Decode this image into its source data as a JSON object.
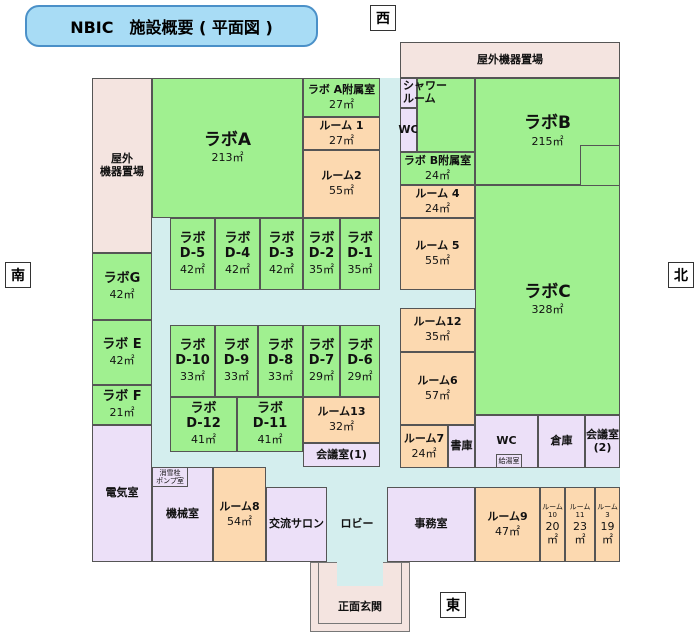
{
  "title": "NBIC　施設概要 ( 平面図 )",
  "directions": {
    "west": "西",
    "south": "南",
    "north": "北",
    "east": "東"
  },
  "colors": {
    "lab": "#a0f090",
    "room": "#fcd9b0",
    "facility": "#ece0f8",
    "corridor": "#d4eeee",
    "outdoor": "#f4e4e0"
  },
  "rooms": [
    {
      "id": "outdoor-top",
      "name": "屋外機器置場",
      "area": "",
      "type": "outdoor"
    },
    {
      "id": "outdoor-left",
      "name": "屋外\n機器置場",
      "area": "",
      "type": "outdoor"
    },
    {
      "id": "lab-a",
      "name": "ラボA",
      "area": "213㎡",
      "type": "lab"
    },
    {
      "id": "lab-a-annex",
      "name": "ラボ A附属室",
      "area": "27㎡",
      "type": "lab"
    },
    {
      "id": "room-1",
      "name": "ルーム 1",
      "area": "27㎡",
      "type": "room"
    },
    {
      "id": "room-2",
      "name": "ルーム2",
      "area": "55㎡",
      "type": "room"
    },
    {
      "id": "shower",
      "name": "シャワー\nルーム",
      "area": "",
      "type": "facility"
    },
    {
      "id": "wc-1",
      "name": "WC",
      "area": "",
      "type": "facility"
    },
    {
      "id": "lab-b-extra",
      "name": "",
      "area": "",
      "type": "lab"
    },
    {
      "id": "lab-b",
      "name": "ラボB",
      "area": "215㎡",
      "type": "lab"
    },
    {
      "id": "lab-b-side1",
      "name": "",
      "area": "",
      "type": "lab"
    },
    {
      "id": "lab-b-side2",
      "name": "",
      "area": "",
      "type": "lab"
    },
    {
      "id": "lab-b-annex",
      "name": "ラボ B附属室",
      "area": "24㎡",
      "type": "lab"
    },
    {
      "id": "room-4",
      "name": "ルーム 4",
      "area": "24㎡",
      "type": "room"
    },
    {
      "id": "room-5",
      "name": "ルーム 5",
      "area": "55㎡",
      "type": "room"
    },
    {
      "id": "lab-c",
      "name": "ラボC",
      "area": "328㎡",
      "type": "lab"
    },
    {
      "id": "lab-d5",
      "name": "ラボ\nD-5",
      "area": "42㎡",
      "type": "lab"
    },
    {
      "id": "lab-d4",
      "name": "ラボ\nD-4",
      "area": "42㎡",
      "type": "lab"
    },
    {
      "id": "lab-d3",
      "name": "ラボ\nD-3",
      "area": "42㎡",
      "type": "lab"
    },
    {
      "id": "lab-d2",
      "name": "ラボ\nD-2",
      "area": "35㎡",
      "type": "lab"
    },
    {
      "id": "lab-d1",
      "name": "ラボ\nD-1",
      "area": "35㎡",
      "type": "lab"
    },
    {
      "id": "lab-d10",
      "name": "ラボ\nD-10",
      "area": "33㎡",
      "type": "lab"
    },
    {
      "id": "lab-d9",
      "name": "ラボ\nD-9",
      "area": "33㎡",
      "type": "lab"
    },
    {
      "id": "lab-d8",
      "name": "ラボ\nD-8",
      "area": "33㎡",
      "type": "lab"
    },
    {
      "id": "lab-d7",
      "name": "ラボ\nD-7",
      "area": "29㎡",
      "type": "lab"
    },
    {
      "id": "lab-d6",
      "name": "ラボ\nD-6",
      "area": "29㎡",
      "type": "lab"
    },
    {
      "id": "lab-d12",
      "name": "ラボ\nD-12",
      "area": "41㎡",
      "type": "lab"
    },
    {
      "id": "lab-d11",
      "name": "ラボ\nD-11",
      "area": "41㎡",
      "type": "lab"
    },
    {
      "id": "lab-g",
      "name": "ラボG",
      "area": "42㎡",
      "type": "lab"
    },
    {
      "id": "lab-e",
      "name": "ラボ E",
      "area": "42㎡",
      "type": "lab"
    },
    {
      "id": "lab-f",
      "name": "ラボ F",
      "area": "21㎡",
      "type": "lab"
    },
    {
      "id": "electric",
      "name": "電気室",
      "area": "",
      "type": "facility"
    },
    {
      "id": "room-12",
      "name": "ルーム12",
      "area": "35㎡",
      "type": "room"
    },
    {
      "id": "room-6",
      "name": "ルーム6",
      "area": "57㎡",
      "type": "room"
    },
    {
      "id": "room-7",
      "name": "ルーム7",
      "area": "24㎡",
      "type": "room"
    },
    {
      "id": "library",
      "name": "書庫",
      "area": "",
      "type": "facility"
    },
    {
      "id": "wc-2",
      "name": "WC",
      "area": "",
      "type": "facility"
    },
    {
      "id": "kitchenette",
      "name": "給湯室",
      "area": "",
      "type": "facility"
    },
    {
      "id": "storage",
      "name": "倉庫",
      "area": "",
      "type": "facility"
    },
    {
      "id": "meeting-2",
      "name": "会議室\n(2)",
      "area": "",
      "type": "facility"
    },
    {
      "id": "room-13",
      "name": "ルーム13",
      "area": "32㎡",
      "type": "room"
    },
    {
      "id": "meeting-1",
      "name": "会議室(1)",
      "area": "",
      "type": "facility"
    },
    {
      "id": "machine",
      "name": "機械室",
      "area": "",
      "type": "facility"
    },
    {
      "id": "pump",
      "name": "消雪栓\nポンプ室",
      "area": "",
      "type": "facility"
    },
    {
      "id": "room-8",
      "name": "ルーム8",
      "area": "54㎡",
      "type": "room"
    },
    {
      "id": "salon",
      "name": "交流サロン",
      "area": "",
      "type": "facility"
    },
    {
      "id": "lobby",
      "name": "ロビー",
      "area": "",
      "type": "corridor"
    },
    {
      "id": "office",
      "name": "事務室",
      "area": "",
      "type": "facility"
    },
    {
      "id": "room-9",
      "name": "ルーム9",
      "area": "47㎡",
      "type": "room"
    },
    {
      "id": "room-10",
      "name": "ルーム\n10",
      "area": "20\n㎡",
      "type": "room"
    },
    {
      "id": "room-11",
      "name": "ルーム\n11",
      "area": "23\n㎡",
      "type": "room"
    },
    {
      "id": "room-3",
      "name": "ルーム\n3",
      "area": "19\n㎡",
      "type": "room"
    },
    {
      "id": "entrance",
      "name": "正面玄関",
      "area": "",
      "type": "outdoor"
    }
  ]
}
